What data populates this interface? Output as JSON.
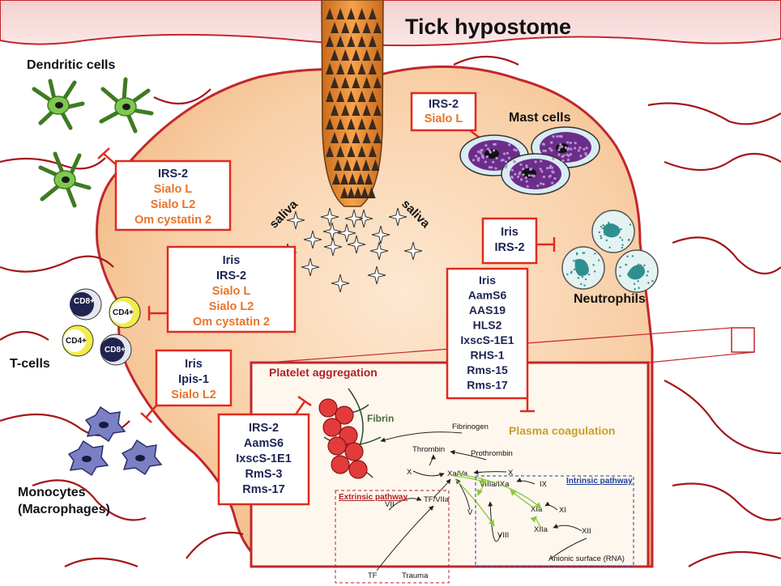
{
  "title": "Tick hypostome",
  "cells": {
    "dendritic": "Dendritic cells",
    "mast": "Mast cells",
    "neutrophils": "Neutrophils",
    "tcells": "T-cells",
    "monocytes_line1": "Monocytes",
    "monocytes_line2": "(Macrophages)",
    "cd8": "CD8+",
    "cd4": "CD4+"
  },
  "saliva": "saliva",
  "processes": {
    "platelet": "Platelet aggregation",
    "coagulation": "Plasma coagulation",
    "fibrin": "Fibrin"
  },
  "boxes": {
    "dendritic": [
      {
        "text": "IRS-2",
        "color": "#1e2454"
      },
      {
        "text": "Sialo L",
        "color": "#e8742a"
      },
      {
        "text": "Sialo L2",
        "color": "#e8742a"
      },
      {
        "text": "Om cystatin 2",
        "color": "#e8742a"
      }
    ],
    "mast": [
      {
        "text": "IRS-2",
        "color": "#1e2454"
      },
      {
        "text": "Sialo L",
        "color": "#e8742a"
      }
    ],
    "tcell": [
      {
        "text": "Iris",
        "color": "#1e2454"
      },
      {
        "text": "IRS-2",
        "color": "#1e2454"
      },
      {
        "text": "Sialo L",
        "color": "#e8742a"
      },
      {
        "text": "Sialo L2",
        "color": "#e8742a"
      },
      {
        "text": "Om cystatin 2",
        "color": "#e8742a"
      }
    ],
    "neutrophil": [
      {
        "text": "Iris",
        "color": "#1e2454"
      },
      {
        "text": "IRS-2",
        "color": "#1e2454"
      }
    ],
    "coagulation": [
      {
        "text": "Iris",
        "color": "#1e2454"
      },
      {
        "text": "AamS6",
        "color": "#1e2454"
      },
      {
        "text": "AAS19",
        "color": "#1e2454"
      },
      {
        "text": "HLS2",
        "color": "#1e2454"
      },
      {
        "text": "IxscS-1E1",
        "color": "#1e2454"
      },
      {
        "text": "RHS-1",
        "color": "#1e2454"
      },
      {
        "text": "Rms-15",
        "color": "#1e2454"
      },
      {
        "text": "Rms-17",
        "color": "#1e2454"
      }
    ],
    "monocyte": [
      {
        "text": "Iris",
        "color": "#1e2454"
      },
      {
        "text": "Ipis-1",
        "color": "#1e2454"
      },
      {
        "text": "Sialo L2",
        "color": "#e8742a"
      }
    ],
    "platelet": [
      {
        "text": "IRS-2",
        "color": "#1e2454"
      },
      {
        "text": "AamS6",
        "color": "#1e2454"
      },
      {
        "text": "IxscS-1E1",
        "color": "#1e2454"
      },
      {
        "text": "RmS-3",
        "color": "#1e2454"
      },
      {
        "text": "Rms-17",
        "color": "#1e2454"
      }
    ]
  },
  "cascade": {
    "fibrinogen": "Fibrinogen",
    "thrombin": "Thrombin",
    "prothrombin": "Prothrombin",
    "x_left": "X",
    "x_right": "X",
    "xava": "Xa/Va",
    "v": "V",
    "viiia_ixa": "VIIIa/IXa",
    "ix": "IX",
    "xia": "XIa",
    "xi": "XI",
    "xiia": "XIIa",
    "xii": "XII",
    "viii": "VIII",
    "anionic": "Anionic surface (RNA)",
    "vii": "VII",
    "tf_viia": "TF/VIIa",
    "tf": "TF",
    "trauma": "Trauma",
    "extrinsic": "Extrinsic pathway",
    "intrinsic": "Intrinsic pathway"
  },
  "colors": {
    "skin": "#f6c79a",
    "skin_border": "#c1272d",
    "inhibitor_box": "#e02a1f",
    "navy_text": "#1e2454",
    "orange_text": "#e8742a",
    "mast_cell": "#6b2d8a",
    "neutrophil": "#2f8f8f",
    "dendritic": "#7ec850",
    "monocyte": "#7b7fc4",
    "platelet": "#e23b3b",
    "extrinsic": "#b32025",
    "intrinsic": "#1f3f99",
    "hypostome": "#f08a2c",
    "coag_title": "#c8a02a",
    "platelet_title": "#b32025"
  },
  "icons": [
    "tick-hypostome-icon",
    "dendritic-cell-icon",
    "mast-cell-icon",
    "neutrophil-icon",
    "t-cell-icon",
    "macrophage-icon",
    "platelet-icon",
    "saliva-sparkle-icon",
    "inhibition-icon"
  ]
}
